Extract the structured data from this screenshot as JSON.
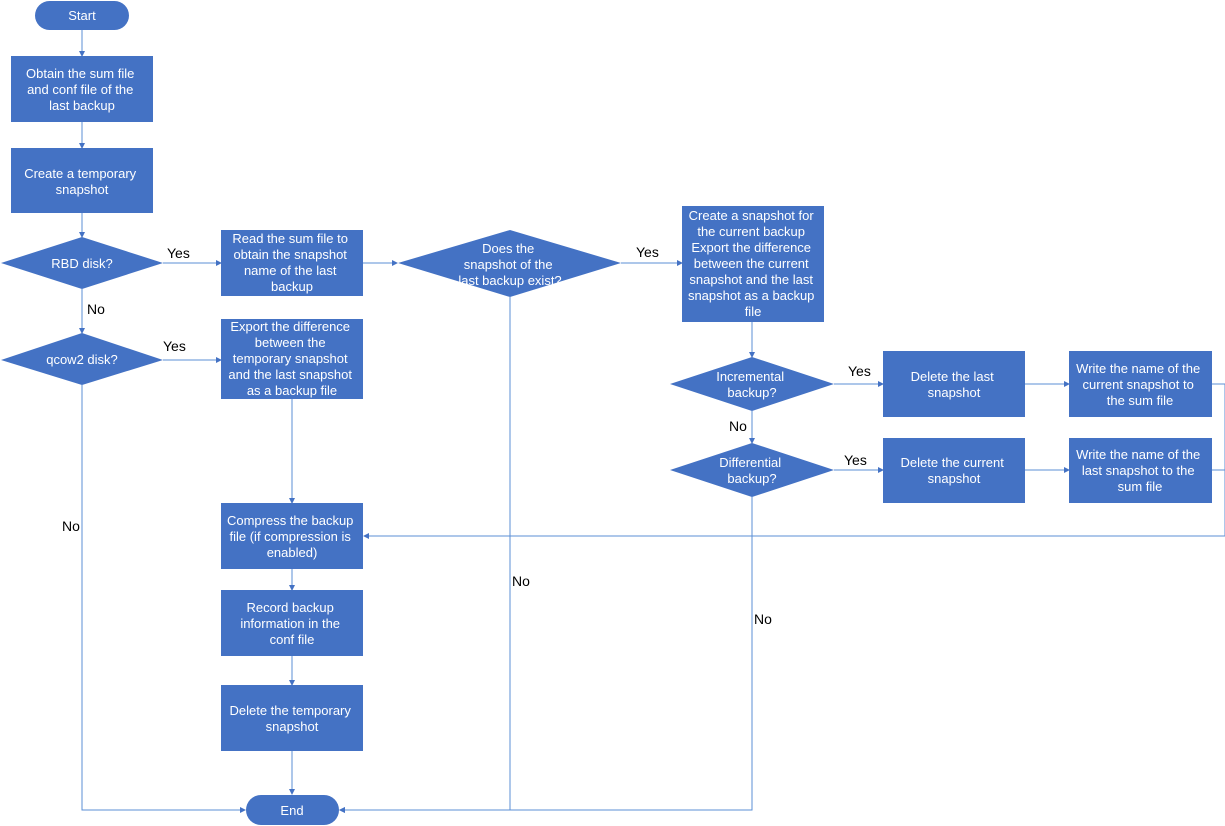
{
  "colors": {
    "node_fill": "#4472c4",
    "node_text": "#ffffff",
    "connector": "#5b8fd6",
    "label_text": "#000000",
    "background": "#ffffff"
  },
  "nodes": {
    "start": {
      "shape": "terminal",
      "lines": [
        "Start"
      ]
    },
    "obtain_files": {
      "shape": "process",
      "lines": [
        "Obtain the sum file",
        "and conf file of the",
        "last backup"
      ]
    },
    "create_temp": {
      "shape": "process",
      "lines": [
        "Create a temporary",
        "snapshot"
      ]
    },
    "rbd_disk": {
      "shape": "decision",
      "lines": [
        "RBD disk?"
      ]
    },
    "read_sum": {
      "shape": "process",
      "lines": [
        "Read the sum file to",
        "obtain the snapshot",
        "name of the last",
        "backup"
      ]
    },
    "snapshot_exist": {
      "shape": "decision",
      "lines": [
        "Does the",
        "snapshot of the",
        "last backup exist?"
      ]
    },
    "create_current": {
      "shape": "process",
      "lines": [
        "Create a snapshot for",
        "the current backup",
        "Export the difference",
        "between the current",
        "snapshot and the last",
        "snapshot as a backup",
        "file"
      ]
    },
    "qcow2_disk": {
      "shape": "decision",
      "lines": [
        "qcow2 disk?"
      ]
    },
    "export_diff": {
      "shape": "process",
      "lines": [
        "Export the difference",
        "between the",
        "temporary snapshot",
        "and the last snapshot",
        "as a backup file"
      ]
    },
    "incremental": {
      "shape": "decision",
      "lines": [
        "Incremental",
        "backup?"
      ]
    },
    "delete_last": {
      "shape": "process",
      "lines": [
        "Delete the last",
        "snapshot"
      ]
    },
    "write_current": {
      "shape": "process",
      "lines": [
        "Write the name of the",
        "current snapshot to",
        "the sum file"
      ]
    },
    "differential": {
      "shape": "decision",
      "lines": [
        "Differential",
        "backup?"
      ]
    },
    "delete_current": {
      "shape": "process",
      "lines": [
        "Delete the current",
        "snapshot"
      ]
    },
    "write_last": {
      "shape": "process",
      "lines": [
        "Write the name of the",
        "last snapshot to the",
        "sum file"
      ]
    },
    "compress": {
      "shape": "process",
      "lines": [
        "Compress the backup",
        "file (if compression is",
        "enabled)"
      ]
    },
    "record": {
      "shape": "process",
      "lines": [
        "Record backup",
        "information in the",
        "conf file"
      ]
    },
    "delete_temp": {
      "shape": "process",
      "lines": [
        "Delete the temporary",
        "snapshot"
      ]
    },
    "end": {
      "shape": "terminal",
      "lines": [
        "End"
      ]
    }
  },
  "edge_labels": {
    "rbd_yes": "Yes",
    "rbd_no": "No",
    "qcow2_yes": "Yes",
    "qcow2_no": "No",
    "exist_yes": "Yes",
    "exist_no": "No",
    "incr_yes": "Yes",
    "incr_no": "No",
    "diff_yes": "Yes",
    "diff_no": "No"
  }
}
